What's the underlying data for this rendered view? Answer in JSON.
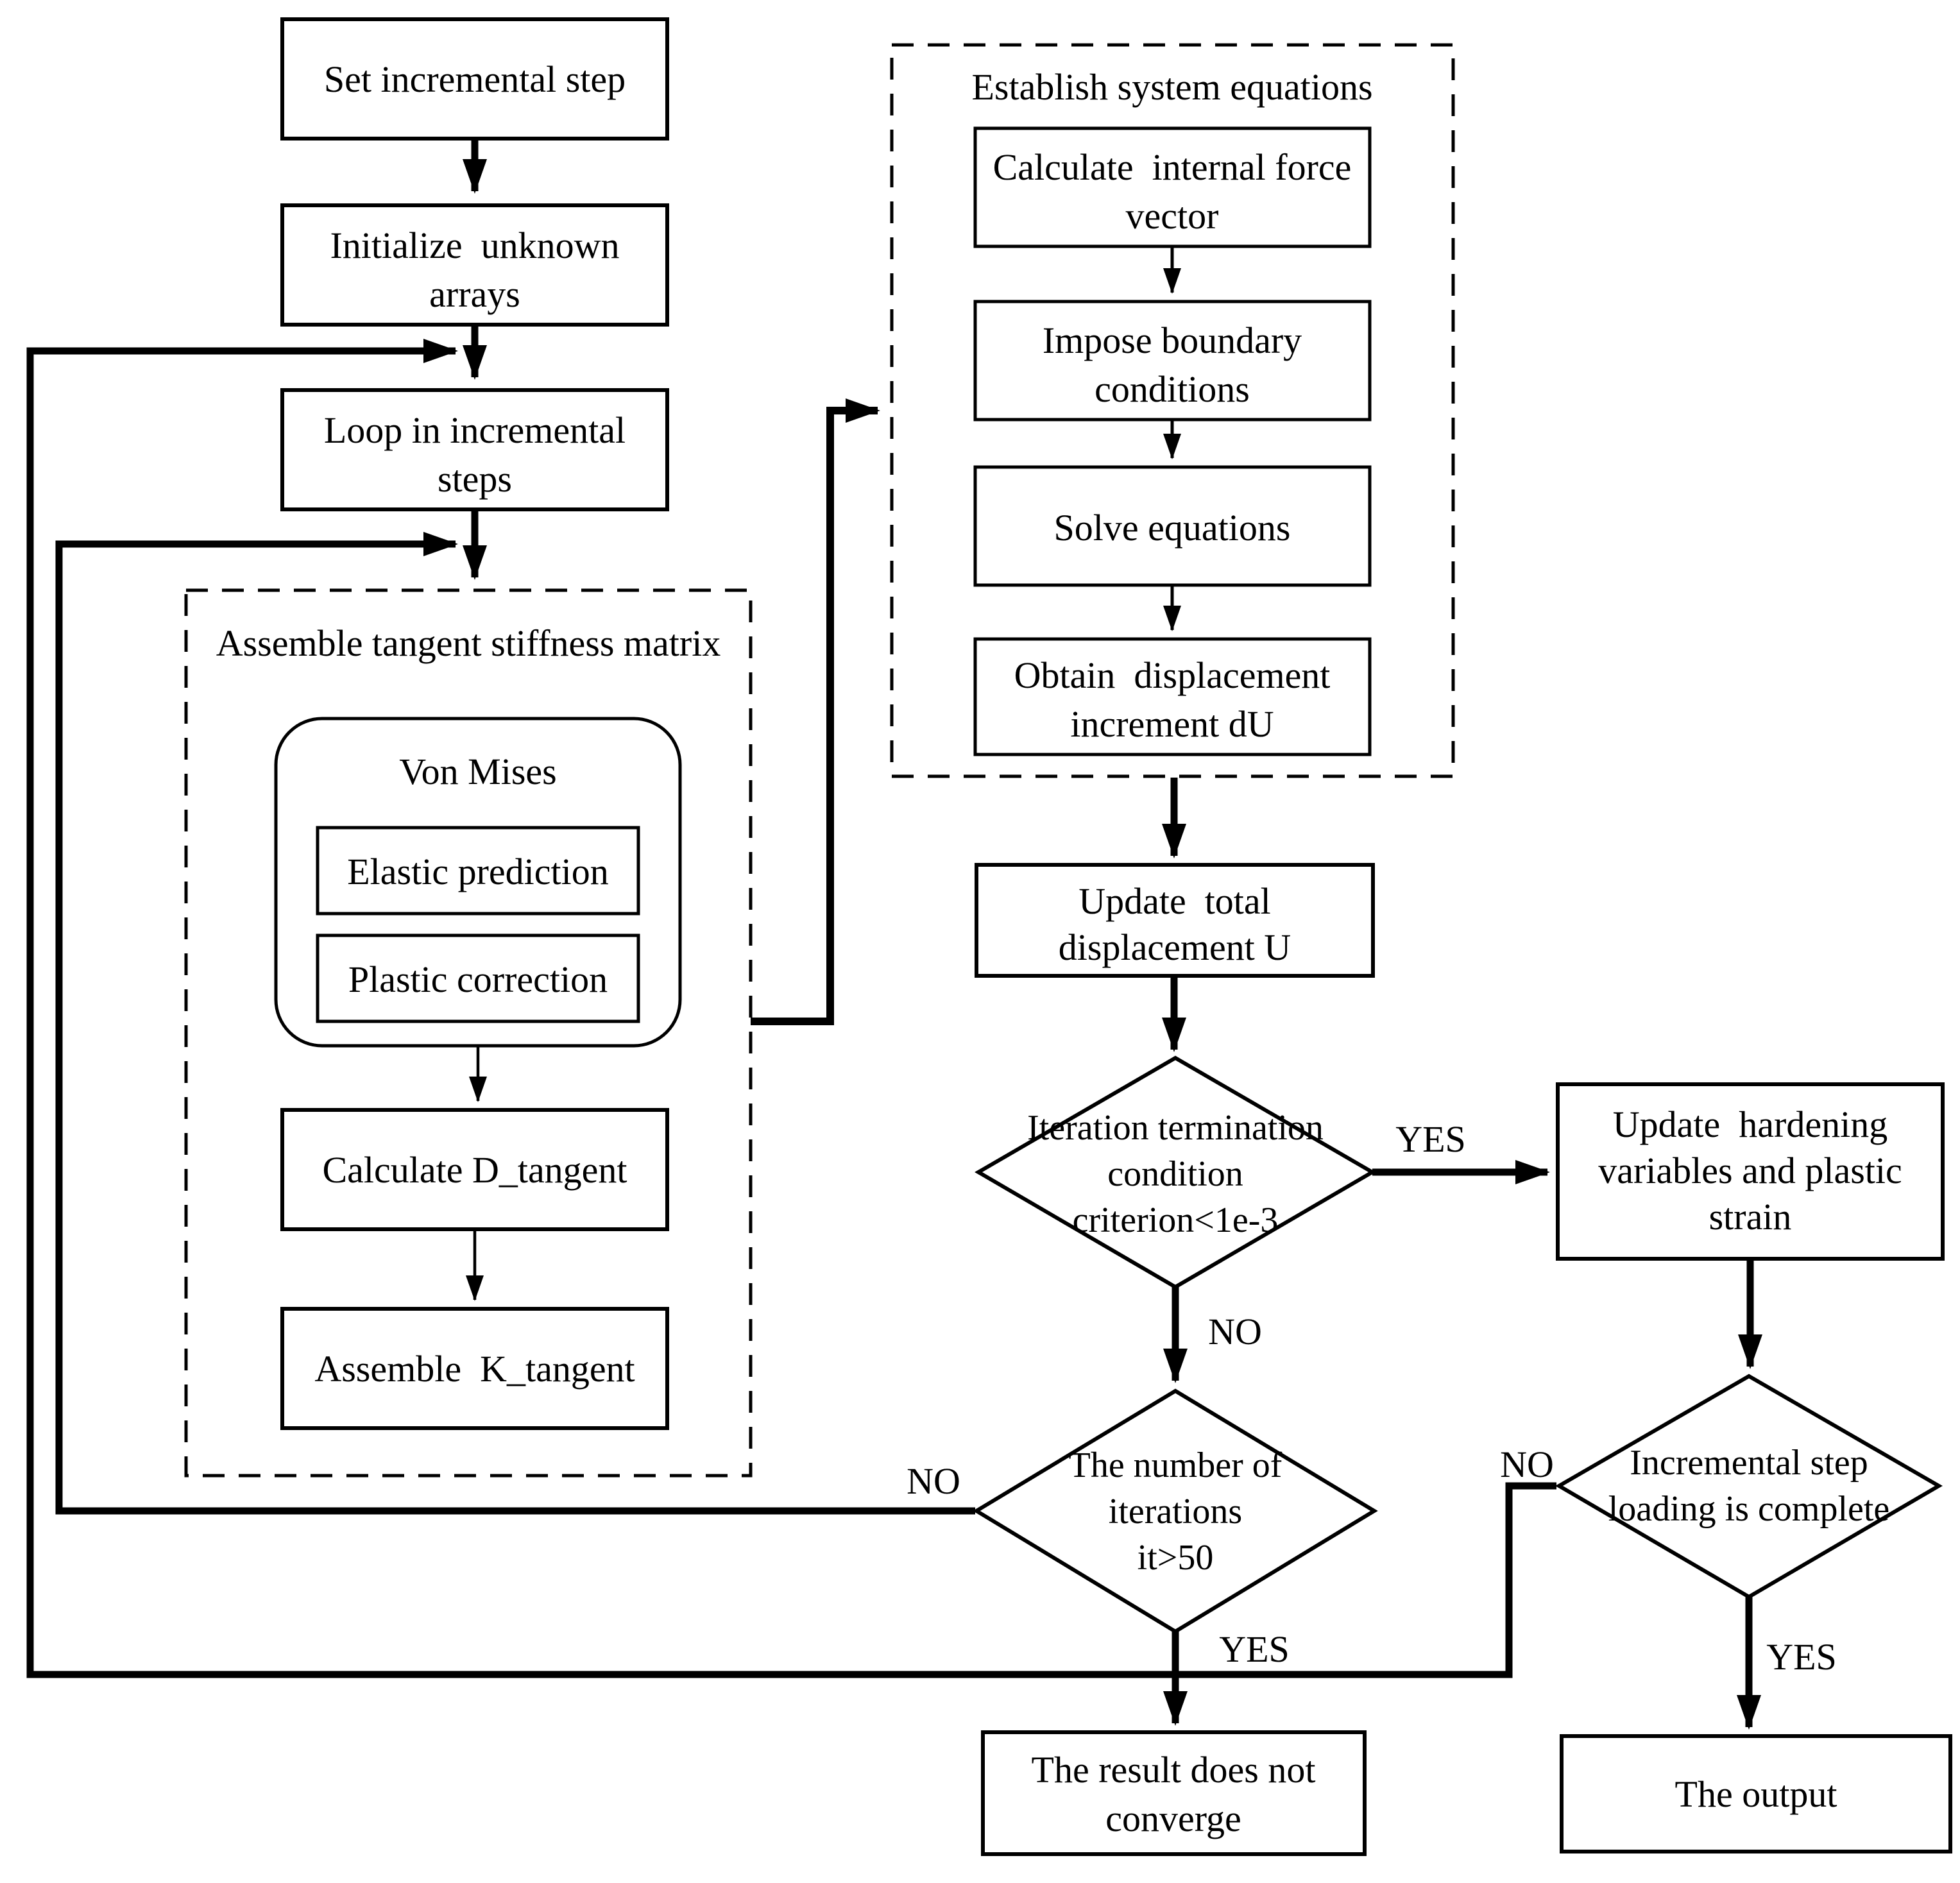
{
  "diagram_type": "flowchart",
  "colors": {
    "background": "#ffffff",
    "stroke": "#000000",
    "text": "#000000"
  },
  "nodes": {
    "set_step": {
      "label": "Set incremental step"
    },
    "init_arrays": {
      "line1": "Initialize  unknown",
      "line2": "arrays"
    },
    "loop_steps": {
      "line1": "Loop in incremental",
      "line2": "steps"
    },
    "assemble_group": {
      "title": "Assemble tangent stiffness matrix"
    },
    "von_mises": {
      "title": "Von Mises"
    },
    "elastic": {
      "label": "Elastic prediction"
    },
    "plastic": {
      "label": "Plastic correction"
    },
    "calc_d": {
      "label": "Calculate D_tangent"
    },
    "assemble_k": {
      "label": "Assemble  K_tangent"
    },
    "establish_group": {
      "title": "Establish system equations"
    },
    "calc_force": {
      "line1": "Calculate  internal force",
      "line2": "vector"
    },
    "impose_bc": {
      "line1": "Impose boundary",
      "line2": "conditions"
    },
    "solve": {
      "label": "Solve equations"
    },
    "obtain_du": {
      "line1": "Obtain  displacement",
      "line2": "increment dU"
    },
    "update_u": {
      "line1": "Update  total",
      "line2": "displacement U"
    },
    "iter_term": {
      "line1": "Iteration termination",
      "line2": "condition",
      "line3": "criterion<1e-3"
    },
    "update_hardening": {
      "line1": "Update  hardening",
      "line2": "variables and plastic",
      "line3": "strain"
    },
    "num_iter": {
      "line1": "The number of",
      "line2": "iterations",
      "line3": "it>50"
    },
    "incr_complete": {
      "line1": "Incremental step",
      "line2": "loading is complete"
    },
    "no_converge": {
      "line1": "The result does not",
      "line2": "converge"
    },
    "output": {
      "label": "The output"
    }
  },
  "edge_labels": {
    "iter_term_yes": "YES",
    "iter_term_no": "NO",
    "num_iter_no": "NO",
    "num_iter_yes": "YES",
    "incr_no": "NO",
    "incr_yes": "YES"
  }
}
